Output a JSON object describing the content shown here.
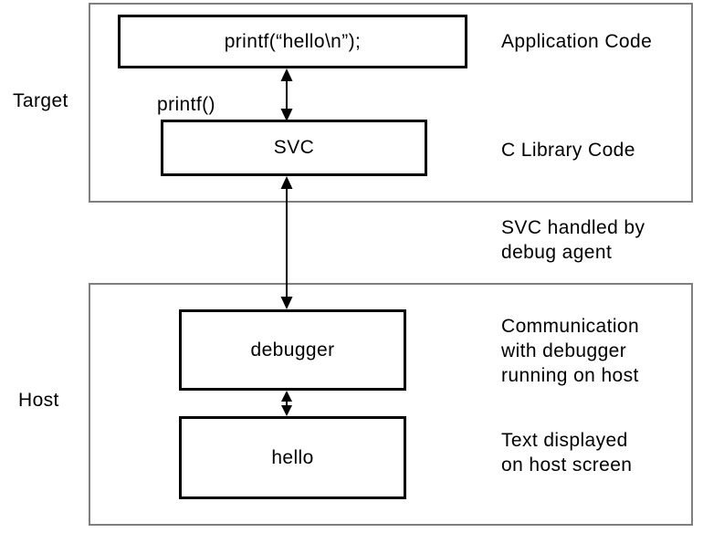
{
  "colors": {
    "background": "#ffffff",
    "region_border": "#7f7f7f",
    "box_border": "#000000",
    "text": "#000000",
    "arrow": "#000000"
  },
  "regions": {
    "target": {
      "label": "Target"
    },
    "host": {
      "label": "Host"
    }
  },
  "nodes": {
    "printf_call": {
      "label": "printf(“hello\\n”);"
    },
    "svc": {
      "label": "SVC"
    },
    "debugger": {
      "label": "debugger"
    },
    "hello": {
      "label": "hello"
    }
  },
  "labels": {
    "printf_fn": "printf()"
  },
  "annotations": {
    "application_code": {
      "lines": [
        "Application Code"
      ]
    },
    "c_library_code": {
      "lines": [
        "C Library Code"
      ]
    },
    "svc_handled": {
      "lines": [
        "SVC handled by",
        "debug agent"
      ]
    },
    "communication": {
      "lines": [
        "Communication",
        "with debugger",
        "running on host"
      ]
    },
    "text_displayed": {
      "lines": [
        "Text displayed",
        "on host screen"
      ]
    }
  }
}
